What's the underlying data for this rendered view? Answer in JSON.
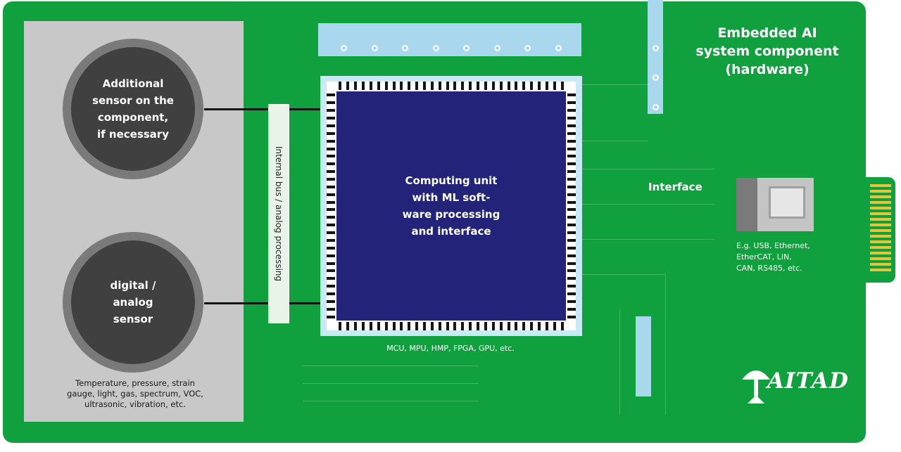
{
  "title": "Embedded AI\nsystem component\n(hardware)",
  "sensors": [
    {
      "label": "Additional\nsensor on the\ncomponent,\nif necessary"
    },
    {
      "label": "digital /\nanalog\nsensor"
    }
  ],
  "sensor_types": "Temperature, pressure, strain\ngauge, light, gas, spectrum, VOC,\nultrasonic, vibration, etc.",
  "bus_label": "Internal bus / analog processing",
  "computing_unit": "Computing unit\nwith ML soft-\nware processing\nand interface",
  "chip_types": "MCU, MPU, HMP, FPGA, GPU, etc.",
  "interface": {
    "label": "Interface",
    "examples": "E.g. USB, Ethernet,\nEtherCAT, LIN,\nCAN, RS485, etc."
  },
  "logo": "AITAD",
  "colors": {
    "board": "#10a03e",
    "chip": "#23237a",
    "panel": "#c8c8c8",
    "connector": "#a9d8ee",
    "sensor": "#404040"
  }
}
